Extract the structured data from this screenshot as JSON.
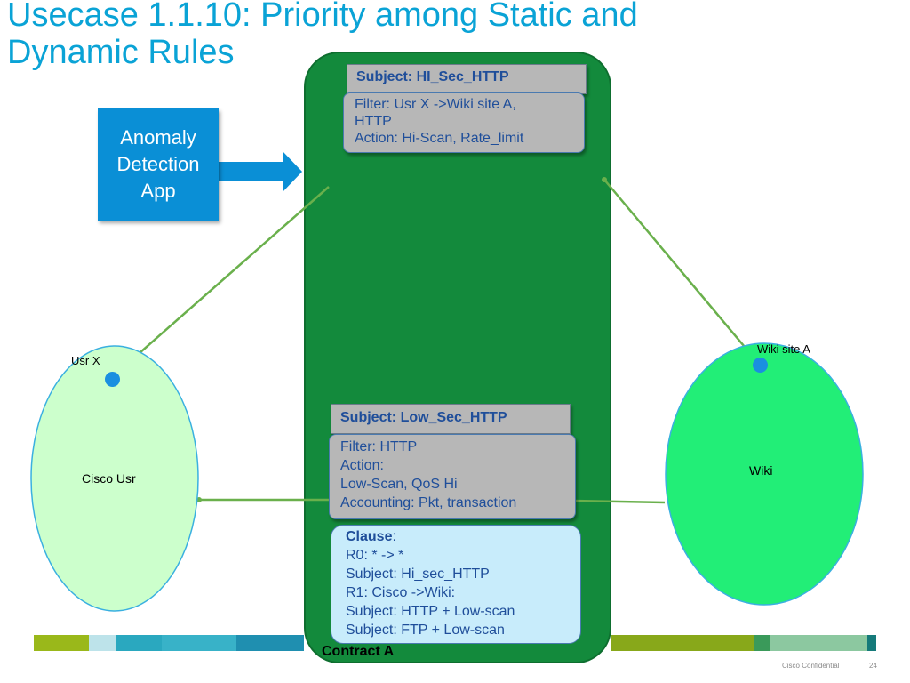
{
  "title": {
    "line1": "Usecase 1.1.10: Priority among Static and",
    "line2": "Dynamic Rules"
  },
  "anomaly_app": {
    "line1": "Anomaly",
    "line2": "Detection",
    "line3": "App"
  },
  "subject_hi": {
    "label": "Subject: HI_Sec_HTTP",
    "filter": [
      "Filter: Usr X ->Wiki site A,",
      "HTTP",
      "Action:  Hi-Scan, Rate_limit"
    ]
  },
  "subject_low": {
    "label": "Subject: Low_Sec_HTTP",
    "filter": [
      "Filter: HTTP",
      "Action:",
      "Low-Scan, QoS Hi",
      "Accounting: Pkt, transaction"
    ]
  },
  "clause": {
    "heading": "Clause",
    "colon": ":",
    "lines": [
      "R0: * -> *",
      "Subject: Hi_sec_HTTP",
      "R1: Cisco ->Wiki:",
      "Subject: HTTP + Low-scan",
      "Subject: FTP + Low-scan"
    ]
  },
  "contract_label": "Contract A",
  "cisco": {
    "label": "Cisco Usr",
    "endpoint": "Usr X",
    "color": "#ccffcc"
  },
  "wiki": {
    "label": "Wiki",
    "endpoint": "Wiki site A",
    "color": "#22ee77"
  },
  "footer": {
    "confidential": "Cisco Confidential",
    "page": "24"
  },
  "colors": {
    "title": "#0aa3d6",
    "contract_fill": "#138a3c",
    "anomaly_fill": "#0a8fd6",
    "connector": "#6ab04c",
    "endpoint_dot": "#1a8fe0",
    "subject_text": "#1f4e9a"
  }
}
